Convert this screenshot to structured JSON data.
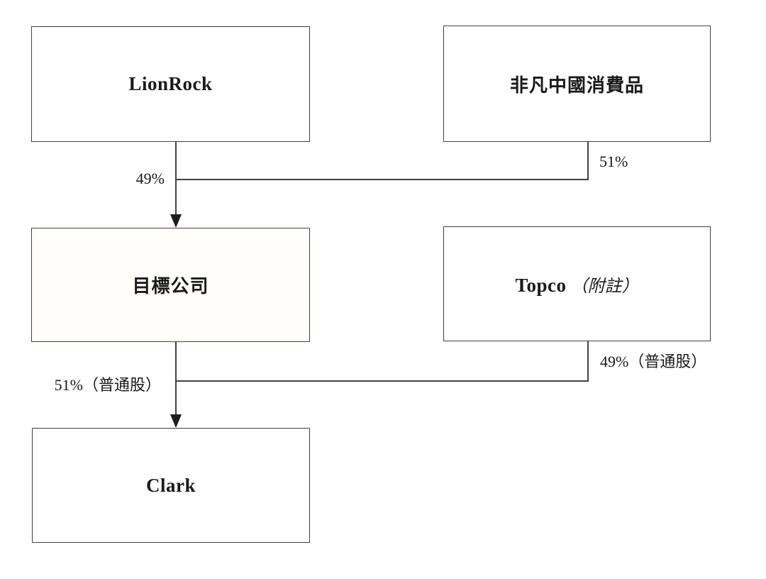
{
  "diagram": {
    "title": "ownership-structure-chart",
    "nodes": {
      "lionrock": {
        "label": "LionRock"
      },
      "viva_china": {
        "label": "非凡中國消費品"
      },
      "target_company": {
        "label": "目標公司"
      },
      "topco": {
        "label_en": "Topco",
        "label_note": "（附註）"
      },
      "clark": {
        "label": "Clark"
      }
    },
    "edges": {
      "lionrock_to_target": {
        "label": "49%",
        "from": "LionRock",
        "to": "目標公司"
      },
      "viva_to_target": {
        "label": "51%",
        "from": "非凡中國消費品",
        "to": "目標公司"
      },
      "target_to_clark": {
        "label": "51%（普通股）",
        "from": "目標公司",
        "to": "Clark"
      },
      "topco_to_clark": {
        "label": "49%（普通股）",
        "from": "Topco",
        "to": "Clark"
      }
    },
    "colors": {
      "line": "#414141",
      "arrow": "#1d1d1d",
      "text": "#1a1a1a",
      "box_fill": "#ffffff",
      "background": "#ffffff"
    }
  }
}
